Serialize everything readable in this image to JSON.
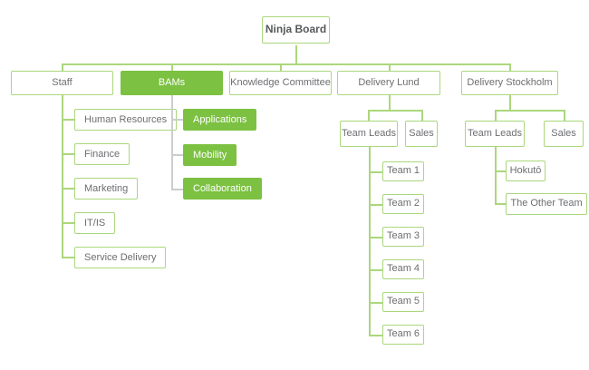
{
  "colors": {
    "solid_green": "#7cc142",
    "light_green_border": "#abd77c",
    "gray_connector": "#cdcdcd",
    "text_gray": "#6d6e71",
    "root_text": "#57585a",
    "background": "#ffffff"
  },
  "root_label": "Ninja Board",
  "branches": {
    "staff": {
      "label": "Staff",
      "children": [
        "Human Resources",
        "Finance",
        "Marketing",
        "IT/IS",
        "Service Delivery"
      ]
    },
    "bams": {
      "label": "BAMs",
      "children": [
        "Applications",
        "Mobility",
        "Collaboration"
      ]
    },
    "knowledge_committee": {
      "label": "Knowledge Committee"
    },
    "delivery_lund": {
      "label": "Delivery Lund",
      "team_leads_label": "Team Leads",
      "sales_label": "Sales",
      "teams": [
        "Team 1",
        "Team 2",
        "Team 3",
        "Team 4",
        "Team 5",
        "Team 6"
      ]
    },
    "delivery_stockholm": {
      "label": "Delivery Stockholm",
      "team_leads_label": "Team Leads",
      "sales_label": "Sales",
      "teams": [
        "Hokutō",
        "The Other Team"
      ]
    }
  }
}
